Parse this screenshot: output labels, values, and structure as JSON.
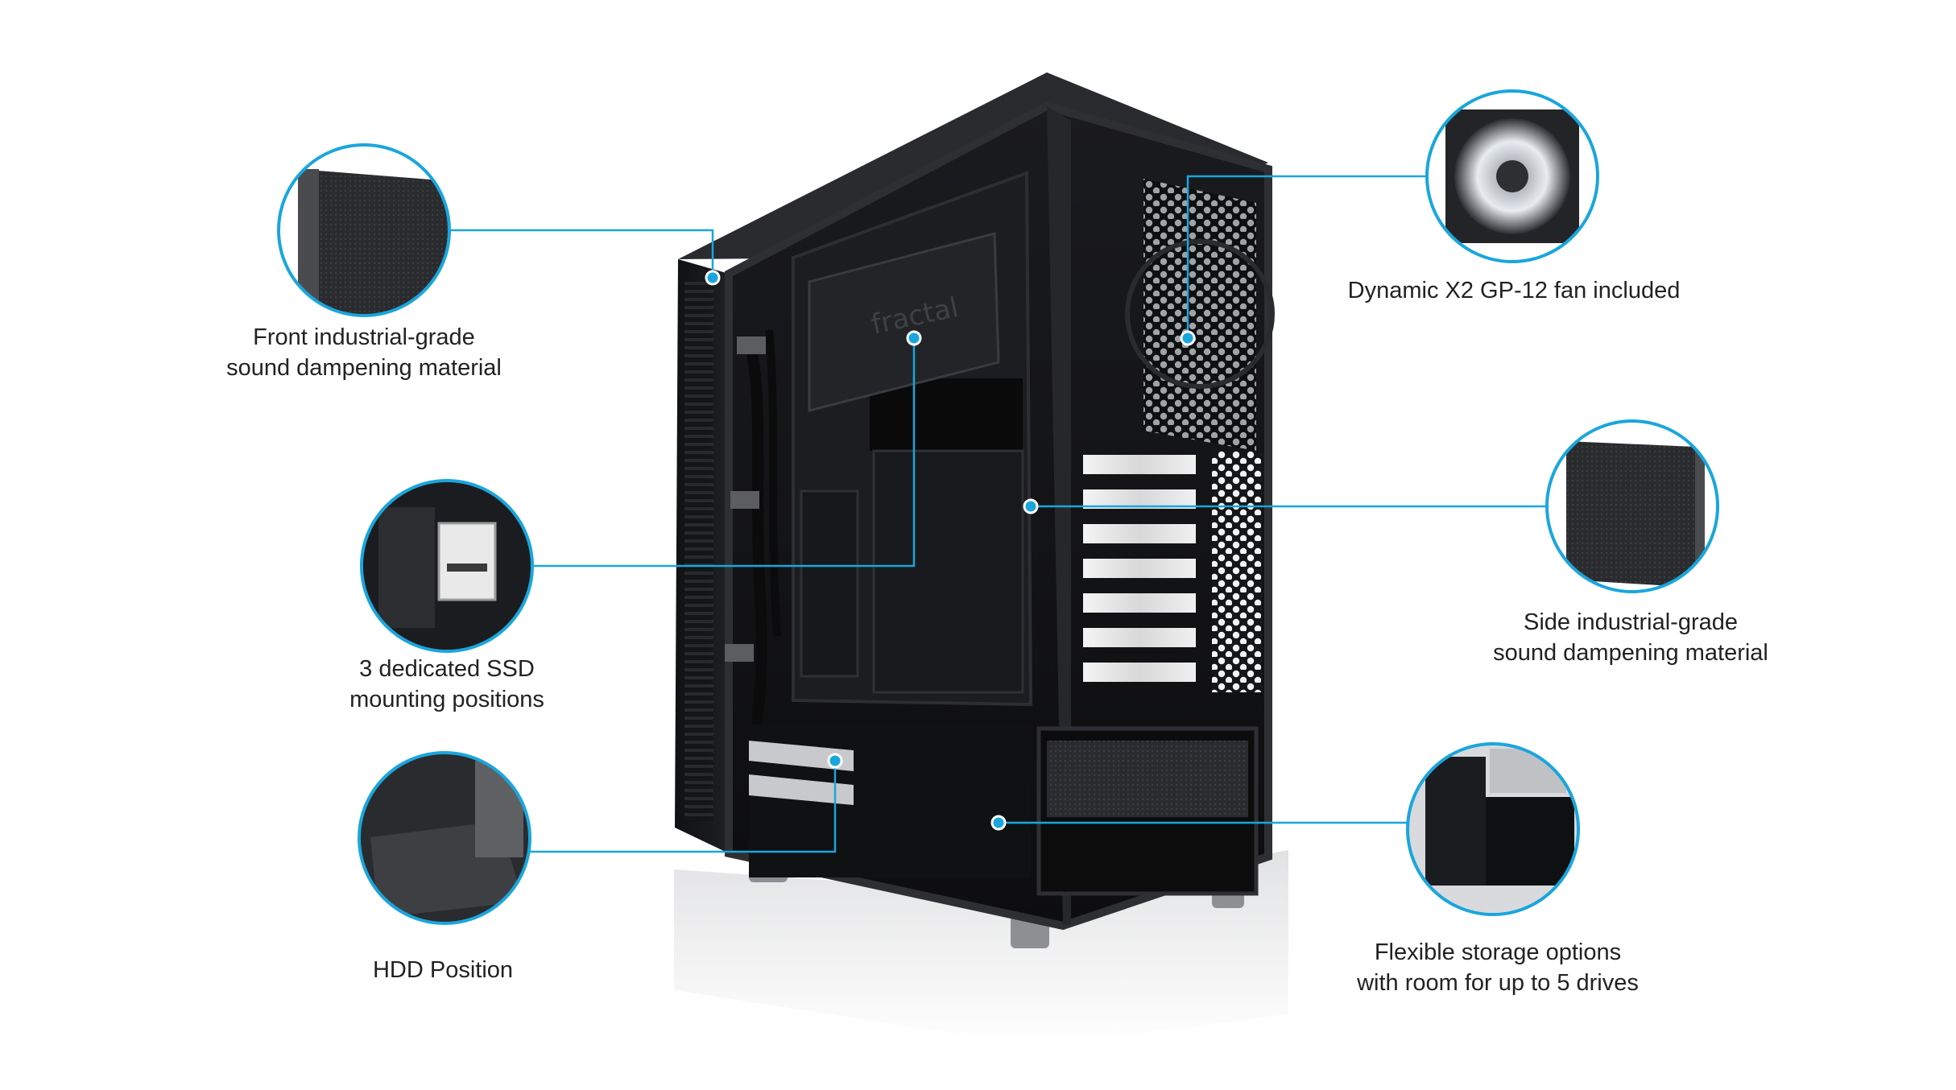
{
  "colors": {
    "accent": "#1aa6dc",
    "case_body": "#1b1c1e",
    "background": "#ffffff",
    "caption_text": "#222222"
  },
  "callouts": {
    "front_panel": {
      "lines": [
        "Front industrial-grade",
        "sound dampening material"
      ]
    },
    "ssd_mounts": {
      "lines": [
        "3 dedicated SSD",
        "mounting positions"
      ]
    },
    "hdd_position": {
      "lines": [
        "HDD Position"
      ]
    },
    "fan": {
      "lines": [
        "Dynamic X2 GP-12 fan included"
      ]
    },
    "side_panel": {
      "lines": [
        "Side industrial-grade",
        "sound dampening material"
      ]
    },
    "storage": {
      "lines": [
        "Flexible storage options",
        "with room for up to 5 drives"
      ]
    }
  },
  "product": {
    "brand_mark": "fractal"
  }
}
